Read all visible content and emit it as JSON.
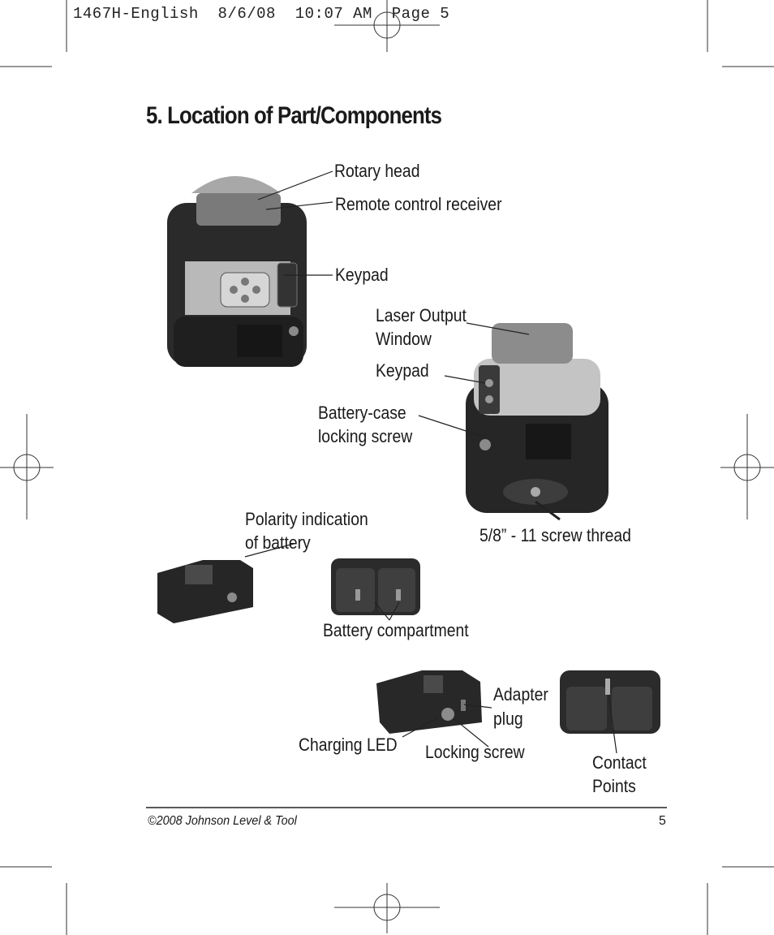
{
  "slug_line": "1467H-English  8/6/08  10:07 AM  Page 5",
  "heading": "5. Location of Part/Components",
  "labels": {
    "rotary_head": "Rotary head",
    "remote_receiver": "Remote control receiver",
    "keypad_front": "Keypad",
    "laser_window_1": "Laser Output",
    "laser_window_2": "Window",
    "keypad_side": "Keypad",
    "battery_screw_1": "Battery-case",
    "battery_screw_2": "locking screw",
    "screw_thread": "5/8” - 11 screw thread",
    "polarity_1": "Polarity indication",
    "polarity_2": "of battery",
    "battery_compartment": "Battery compartment",
    "adapter_1": "Adapter",
    "adapter_2": "plug",
    "charging_led": "Charging LED",
    "locking_screw": "Locking screw",
    "contact_1": "Contact",
    "contact_2": "Points"
  },
  "footer": {
    "copyright": "©2008 Johnson Level & Tool",
    "page_number": "5"
  }
}
